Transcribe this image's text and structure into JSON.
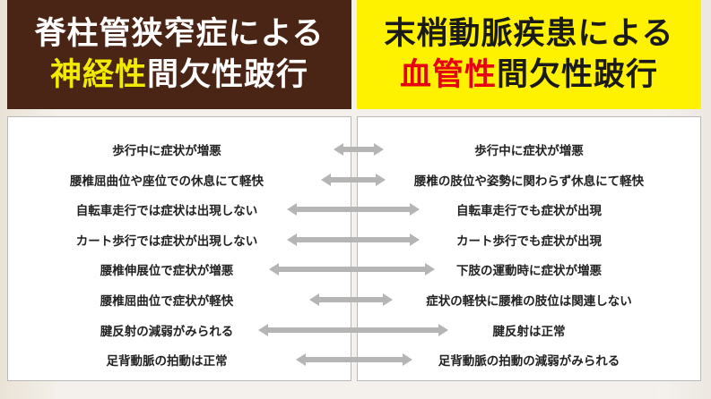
{
  "header_left": {
    "line1": "脊柱管狭窄症による",
    "line2_accent": "神経性",
    "line2_rest": "間欠性跛行"
  },
  "header_right": {
    "line1": "末梢動脈疾患による",
    "line2_accent": "血管性",
    "line2_rest": "間欠性跛行"
  },
  "rows": [
    {
      "left": "歩行中に症状が増悪",
      "right": "歩行中に症状が増悪"
    },
    {
      "left": "腰椎屈曲位や座位での休息にて軽快",
      "right": "腰椎の肢位や姿勢に関わらず休息にて軽快"
    },
    {
      "left": "自転車走行では症状は出現しない",
      "right": "自転車走行でも症状が出現"
    },
    {
      "left": "カート歩行では症状が出現しない",
      "right": "カート歩行でも症状が出現"
    },
    {
      "left": "腰椎伸展位で症状が増悪",
      "right": "下肢の運動時に症状が増悪"
    },
    {
      "left": "腰椎屈曲位で症状が軽快",
      "right": "症状の軽快に腰椎の肢位は関連しない"
    },
    {
      "left": "腱反射の減弱がみられる",
      "right": "腱反射は正常"
    },
    {
      "left": "足背動脈の拍動は正常",
      "right": "足背動脈の拍動の減弱がみられる"
    }
  ],
  "colors": {
    "left_header_bg": "#4a2415",
    "right_header_bg": "#fff200",
    "left_accent": "#f2ea00",
    "right_accent": "#e60012",
    "arrow": "#b5b5b5"
  },
  "icons": [
    "double-arrow-icon"
  ]
}
